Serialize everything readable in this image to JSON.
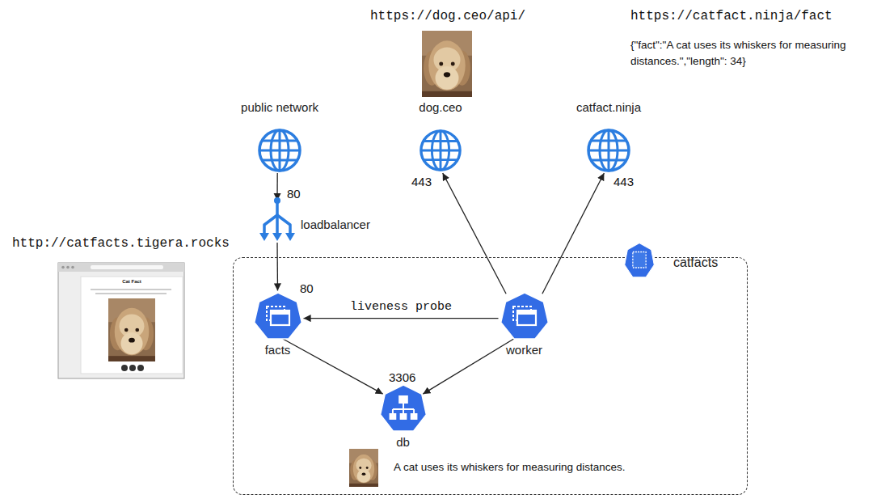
{
  "diagram": {
    "nodes": [
      {
        "text": [
          "public network"
        ]
      },
      {
        "text": [
          "dog.ceo"
        ]
      },
      {
        "text": [
          "catfact.ninja"
        ]
      },
      {
        "text": [
          "loadbalancer"
        ]
      },
      {
        "text": [
          "catfacts"
        ]
      },
      {
        "text": [
          "facts"
        ],
        "in": 4
      },
      {
        "text": [
          "worker"
        ],
        "in": 4
      },
      {
        "text": [
          "db"
        ],
        "in": 4
      }
    ],
    "edges": [
      {
        "from": 0,
        "to": 3,
        "arrow": "to"
      },
      {
        "from": 3,
        "to": 5,
        "arrow": "to"
      },
      {
        "from": 6,
        "to": 1,
        "arrow": "to"
      },
      {
        "from": 6,
        "to": 2,
        "arrow": "to"
      },
      {
        "from": 6,
        "to": 5,
        "label": "liveness probe",
        "arrow": "to"
      },
      {
        "from": 5,
        "to": 7,
        "arrow": "to"
      },
      {
        "from": 6,
        "to": 7,
        "arrow": "to"
      }
    ],
    "labels": [
      "https://dog.ceo/api/",
      "https://catfact.ninja/fact",
      "{\"fact\":\"A cat uses its whiskers for measuring distances.\",\"length\": 34}",
      "80",
      "443",
      "443",
      "http://catfacts.tigera.rocks",
      "Cat Fact",
      "80",
      "3306",
      "A cat uses its whiskers for measuring distances."
    ]
  }
}
